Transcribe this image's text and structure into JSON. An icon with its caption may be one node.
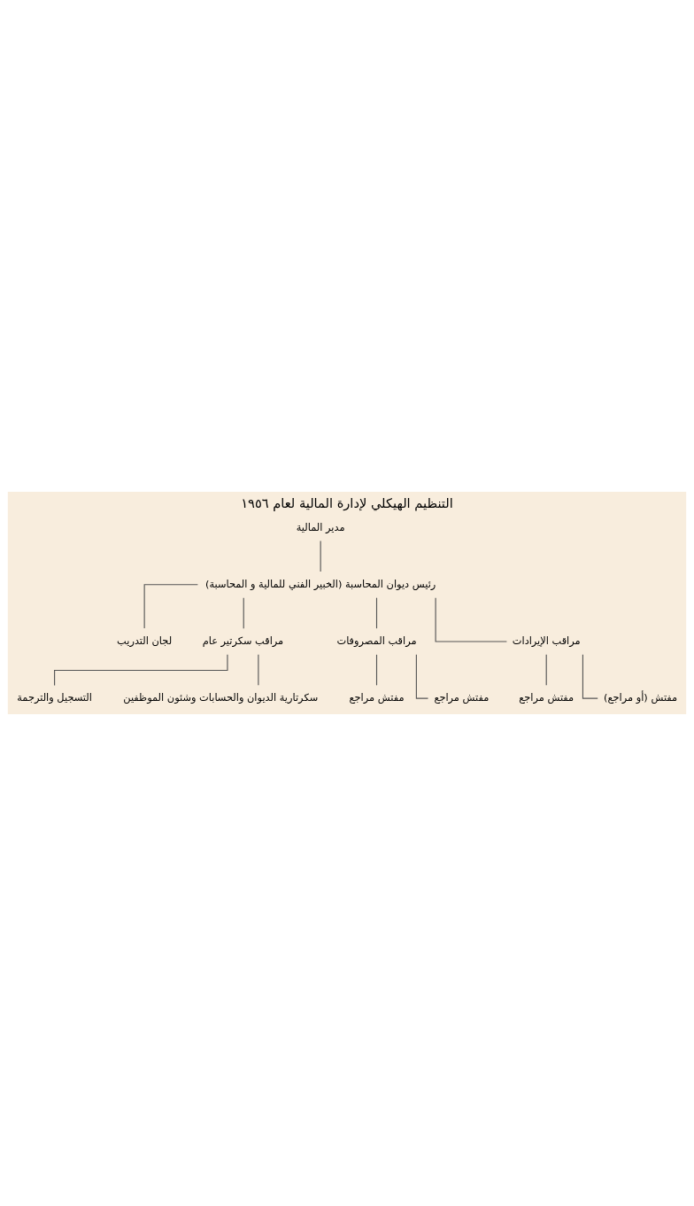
{
  "diagram": {
    "title": "التنظيم الهيكلي لإدارة المالية لعام ١٩٥٦",
    "nodes": [
      {
        "text": [
          "مدير المالية"
        ]
      },
      {
        "text": [
          "رئيس ديوان المحاسبة (الخبير الفني للمالية و المحاسبة)"
        ]
      },
      {
        "text": [
          "مراقب الإيرادات"
        ]
      },
      {
        "text": [
          "مراقب المصروفات"
        ]
      },
      {
        "text": [
          "مراقب سكرتير عام"
        ]
      },
      {
        "text": [
          "مفتش (أو مراجع)"
        ]
      },
      {
        "text": [
          "مفتش مراجع"
        ]
      },
      {
        "text": [
          "مفتش مراجع"
        ]
      },
      {
        "text": [
          "مفتش مراجع"
        ]
      },
      {
        "text": [
          "سكرتارية الديوان والحسابات وشئون الموظفين"
        ]
      },
      {
        "text": [
          "التسجيل والترجمة"
        ]
      },
      {
        "text": [
          "لجان التدريب"
        ]
      }
    ],
    "edges": [
      {
        "from": 0,
        "to": 1,
        "arrow": "none"
      },
      {
        "from": 1,
        "to": 2,
        "arrow": "none"
      },
      {
        "from": 1,
        "to": 3,
        "arrow": "none"
      },
      {
        "from": 1,
        "to": 4,
        "arrow": "none"
      },
      {
        "from": 1,
        "to": 11,
        "arrow": "none"
      },
      {
        "from": 2,
        "to": 5,
        "arrow": "none"
      },
      {
        "from": 2,
        "to": 6,
        "arrow": "none"
      },
      {
        "from": 3,
        "to": 7,
        "arrow": "none"
      },
      {
        "from": 3,
        "to": 8,
        "arrow": "none"
      },
      {
        "from": 4,
        "to": 9,
        "arrow": "none"
      },
      {
        "from": 4,
        "to": 10,
        "arrow": "none"
      }
    ]
  }
}
